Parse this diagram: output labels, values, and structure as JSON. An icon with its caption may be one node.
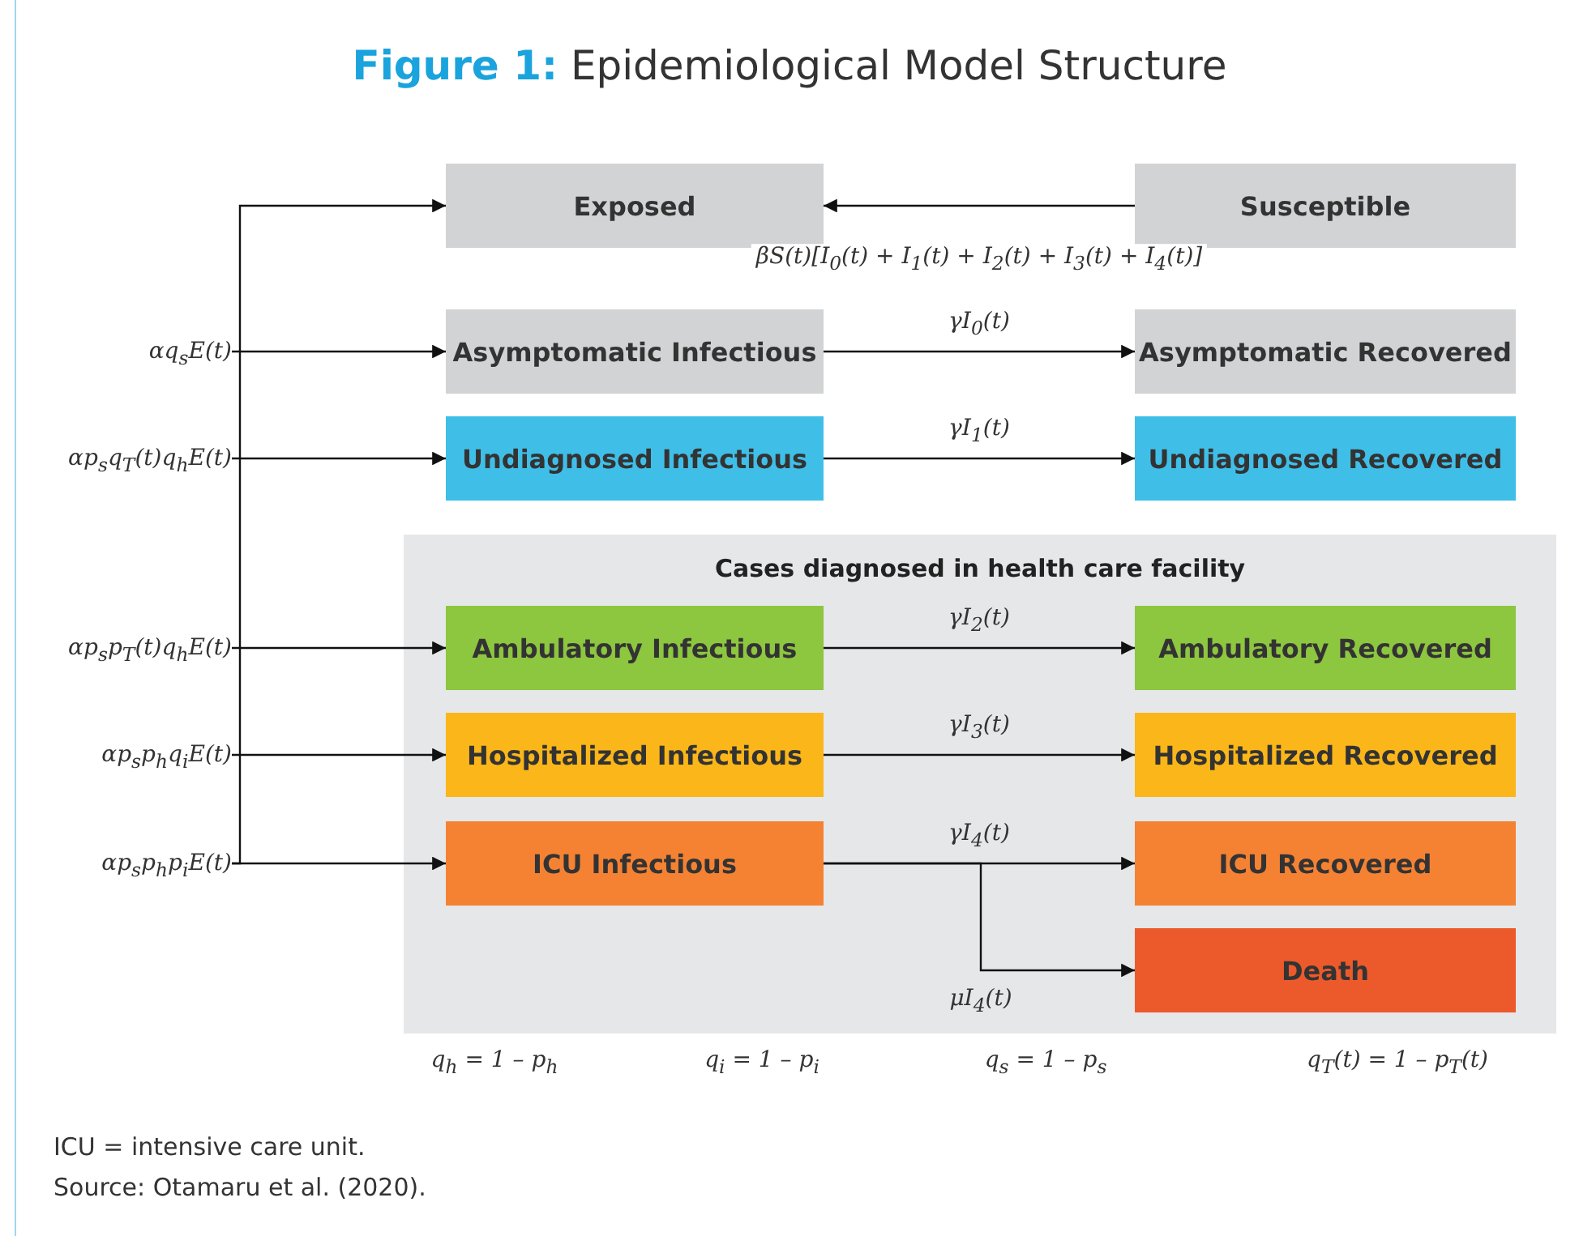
{
  "diagram": {
    "title": "**Figure 1:** Epidemiological Model Structure",
    "caption": "Source: Otamaru et al. (2020).",
    "nodes": [
      {
        "text": [
          "Exposed"
        ]
      },
      {
        "text": [
          "Susceptible"
        ]
      },
      {
        "text": [
          "Asymptomatic Infectious"
        ]
      },
      {
        "text": [
          "Asymptomatic Recovered"
        ]
      },
      {
        "text": [
          "Undiagnosed Infectious"
        ]
      },
      {
        "text": [
          "Undiagnosed Recovered"
        ]
      },
      {
        "text": [
          "Cases diagnosed in health care facility"
        ]
      },
      {
        "text": [
          "Ambulatory Infectious"
        ],
        "in": 6
      },
      {
        "text": [
          "Ambulatory Recovered"
        ],
        "in": 6
      },
      {
        "text": [
          "Hospitalized Infectious"
        ],
        "in": 6
      },
      {
        "text": [
          "Hospitalized Recovered"
        ],
        "in": 6
      },
      {
        "text": [
          "ICU Infectious"
        ],
        "in": 6
      },
      {
        "text": [
          "ICU Recovered"
        ],
        "in": 6
      },
      {
        "text": [
          "Death"
        ],
        "in": 6
      },
      {
        "text": [
          "αq$_{s}$E(t)"
        ]
      },
      {
        "text": [
          "αp$_{s}$q$_{T}$(t)q$_{h}$E(t)"
        ]
      },
      {
        "text": [
          "αp$_{s}$p$_{T}$(t)q$_{h}$E(t)"
        ]
      },
      {
        "text": [
          "αp$_{s}$p$_{h}$q$_{i}$E(t)"
        ]
      },
      {
        "text": [
          "αp$_{s}$p$_{h}$p$_{i}$E(t)"
        ]
      }
    ],
    "edges": [
      {
        "from": 1,
        "to": 0,
        "arrow": "to",
        "label": "βS(t)[I$_{0}$(t) + I$_{1}$(t) + I$_{2}$(t) + I$_{3}$(t) + I$_{4}$(t)]"
      },
      {
        "from": 2,
        "to": 3,
        "arrow": "to",
        "label": "γI$_{0}$(t)"
      },
      {
        "from": 4,
        "to": 5,
        "arrow": "to",
        "label": "γI$_{1}$(t)"
      },
      {
        "from": 7,
        "to": 8,
        "arrow": "to",
        "label": "γI$_{2}$(t)"
      },
      {
        "from": 9,
        "to": 10,
        "arrow": "to",
        "label": "γI$_{3}$(t)"
      },
      {
        "from": 11,
        "to": 12,
        "arrow": "to",
        "label": "γI$_{4}$(t)"
      },
      {
        "from": 11,
        "to": 13,
        "arrow": "to",
        "label": "μI$_{4}$(t)"
      },
      {
        "from": 14,
        "to": 2,
        "arrow": "to"
      },
      {
        "from": 15,
        "to": 4,
        "arrow": "to"
      },
      {
        "from": 16,
        "to": 7,
        "arrow": "to"
      },
      {
        "from": 17,
        "to": 9,
        "arrow": "to"
      },
      {
        "from": 18,
        "to": 11,
        "arrow": "to"
      },
      {
        "from": 18,
        "to": 0,
        "arrow": "to"
      }
    ],
    "labels": [
      "q$_{h}$ = 1 – p$_{h}$",
      "q$_{i}$ = 1 – p$_{i}$",
      "q$_{s}$ = 1 – p$_{s}$",
      "q$_{T}$(t) = 1 – p$_{T}$(t)",
      "ICU = intensive care unit."
    ]
  }
}
